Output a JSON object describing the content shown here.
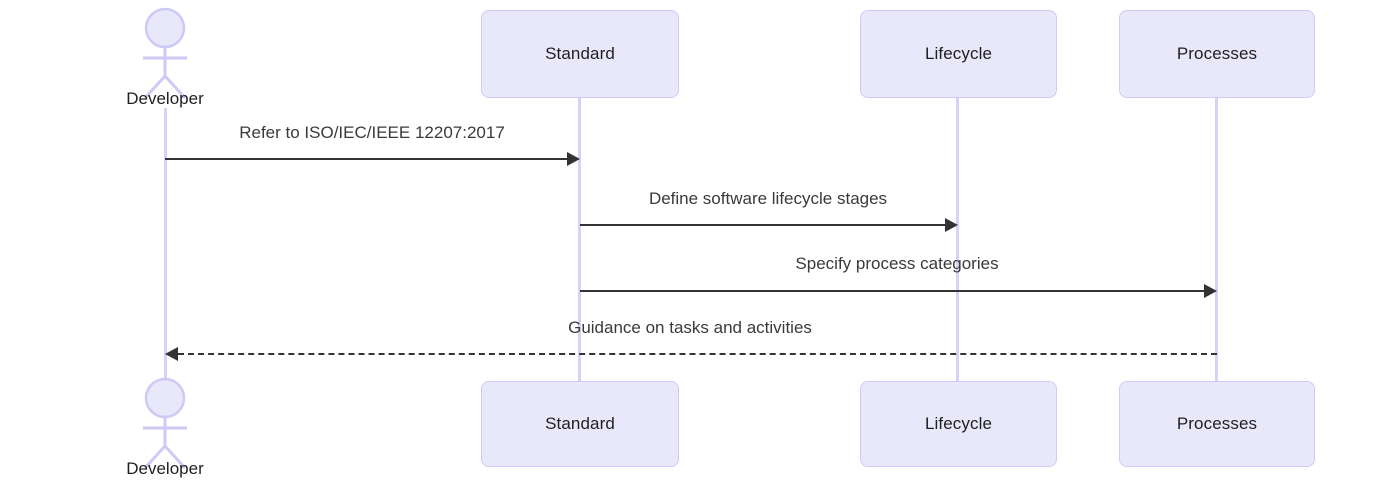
{
  "diagram": {
    "type": "sequence-diagram",
    "background_color": "#ffffff",
    "box_fill_color": "#e9e8fb",
    "box_border_color": "#cfcaf5",
    "lifeline_color": "#d7d2f7",
    "arrow_color": "#333333",
    "text_color": "#1f1f1f"
  },
  "actor": {
    "name": "Developer",
    "label_top": "Developer",
    "label_bottom": "Developer"
  },
  "participants": [
    {
      "label_top": "Standard",
      "label_bottom": "Standard"
    },
    {
      "label_top": "Lifecycle",
      "label_bottom": "Lifecycle"
    },
    {
      "label_top": "Processes",
      "label_bottom": "Processes"
    }
  ],
  "messages": [
    {
      "label": "Refer to ISO/IEC/IEEE 12207:2017",
      "from": "Developer",
      "to": "Standard",
      "style": "solid",
      "direction": "right"
    },
    {
      "label": "Define software lifecycle stages",
      "from": "Standard",
      "to": "Lifecycle",
      "style": "solid",
      "direction": "right"
    },
    {
      "label": "Specify process categories",
      "from": "Standard",
      "to": "Processes",
      "style": "solid",
      "direction": "right"
    },
    {
      "label": "Guidance on tasks and activities",
      "from": "Processes",
      "to": "Developer",
      "style": "dashed",
      "direction": "left"
    }
  ]
}
